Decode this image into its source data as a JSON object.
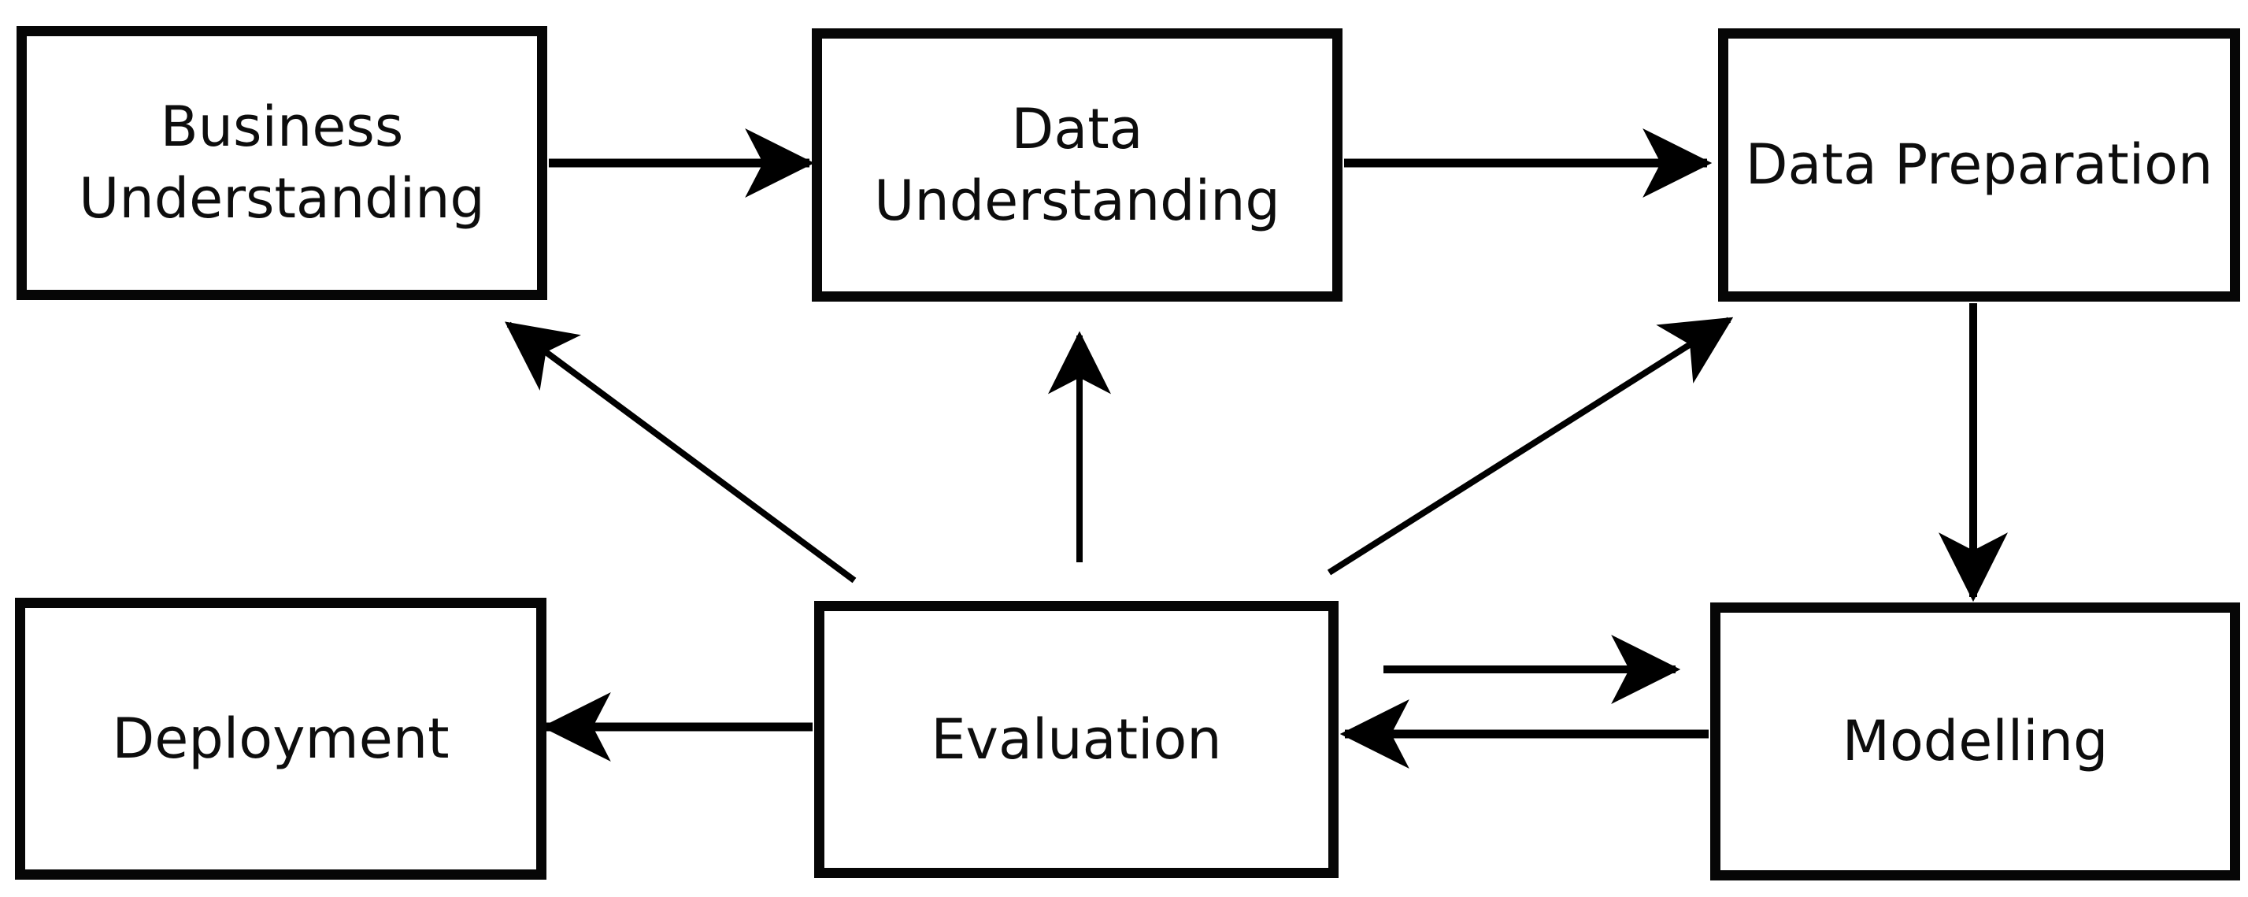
{
  "diagram": {
    "type": "flowchart",
    "background_color": "#ffffff",
    "box_fill_color": "#ffffff",
    "line_color": "#000000",
    "text_color": "#0d0d0d",
    "nodes": [
      {
        "id": "business-understanding",
        "label": "Business Understanding"
      },
      {
        "id": "data-understanding",
        "label": "Data Understanding"
      },
      {
        "id": "data-preparation",
        "label": "Data Preparation"
      },
      {
        "id": "deployment",
        "label": "Deployment"
      },
      {
        "id": "evaluation",
        "label": "Evaluation"
      },
      {
        "id": "modelling",
        "label": "Modelling"
      }
    ],
    "edges": [
      {
        "from": "business-understanding",
        "to": "data-understanding",
        "direction": "right"
      },
      {
        "from": "data-understanding",
        "to": "data-preparation",
        "direction": "right"
      },
      {
        "from": "data-preparation",
        "to": "modelling",
        "direction": "down"
      },
      {
        "from": "evaluation",
        "to": "business-understanding",
        "direction": "up-left"
      },
      {
        "from": "evaluation",
        "to": "data-understanding",
        "direction": "up"
      },
      {
        "from": "evaluation",
        "to": "data-preparation",
        "direction": "up-right"
      },
      {
        "from": "evaluation",
        "to": "deployment",
        "direction": "left"
      },
      {
        "from": "evaluation",
        "to": "modelling",
        "direction": "right"
      },
      {
        "from": "modelling",
        "to": "evaluation",
        "direction": "left"
      }
    ]
  }
}
